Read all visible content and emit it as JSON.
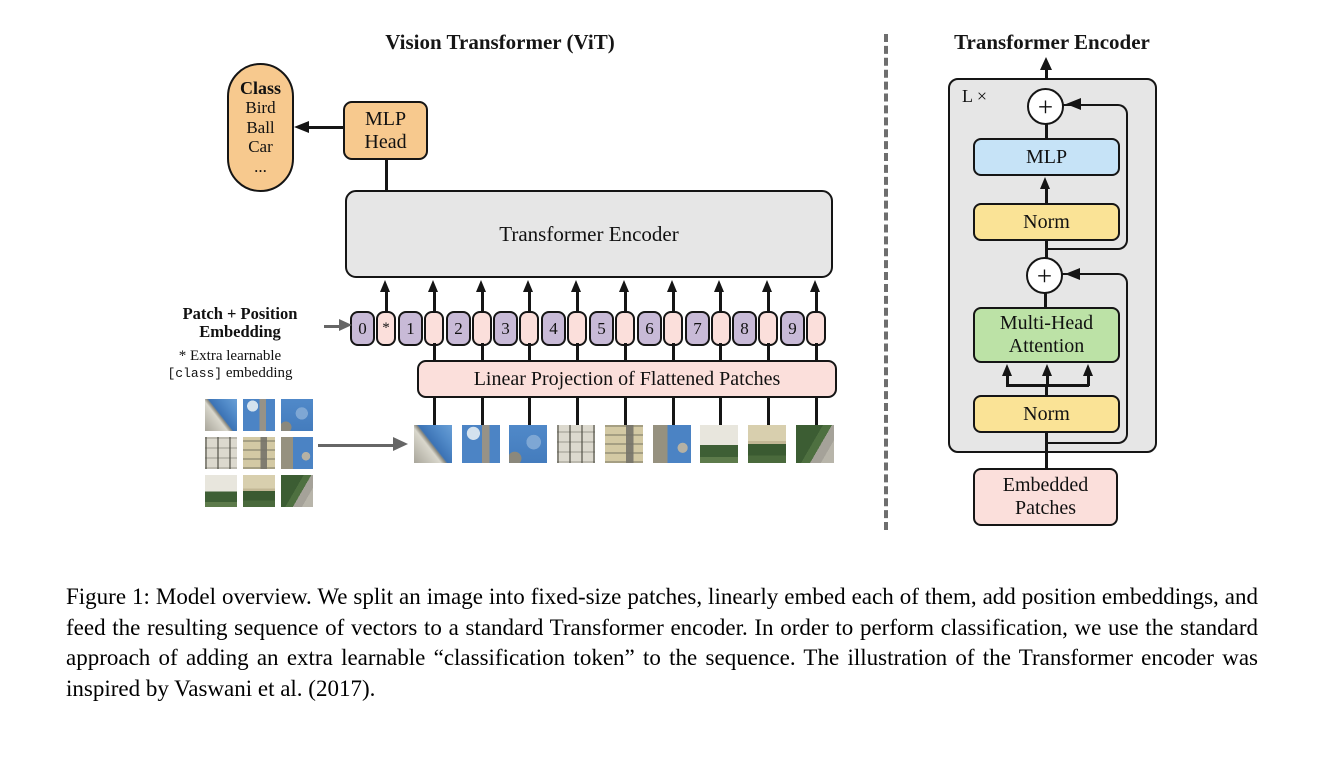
{
  "left_panel": {
    "title": "Vision Transformer (ViT)",
    "class_pill": {
      "heading": "Class",
      "items": [
        "Bird",
        "Ball",
        "Car",
        "..."
      ]
    },
    "mlp_head_label": "MLP Head",
    "encoder_label": "Transformer Encoder",
    "patch_position_label": "Patch + Position Embedding",
    "extra_note": {
      "line1": "* Extra learnable",
      "class_token": "[class]",
      "suffix": " embedding"
    },
    "class_token_star": "*",
    "tokens": [
      "0",
      "1",
      "2",
      "3",
      "4",
      "5",
      "6",
      "7",
      "8",
      "9"
    ],
    "linear_projection_label": "Linear Projection of Flattened Patches"
  },
  "right_panel": {
    "title": "Transformer Encoder",
    "repeat_label": "L ×",
    "plus_label": "+",
    "mlp_label": "MLP",
    "norm_label_1": "Norm",
    "attention_label": "Multi-Head Attention",
    "norm_label_2": "Norm",
    "embedded_label": "Embedded Patches"
  },
  "colors": {
    "orange": "#F7C98E",
    "purple": "#C8BAD7",
    "pink": "#FBDFDB",
    "gray_box": "#E6E6E6",
    "blue": "#C6E3F7",
    "yellow": "#FAE396",
    "green": "#BCE2A6"
  },
  "caption": "Figure 1: Model overview. We split an image into fixed-size patches, linearly embed each of them, add position embeddings, and feed the resulting sequence of vectors to a standard Transformer encoder. In order to perform classification, we use the standard approach of adding an extra learnable “classification token” to the sequence. The illustration of the Transformer encoder was inspired by Vaswani et al. (2017)."
}
